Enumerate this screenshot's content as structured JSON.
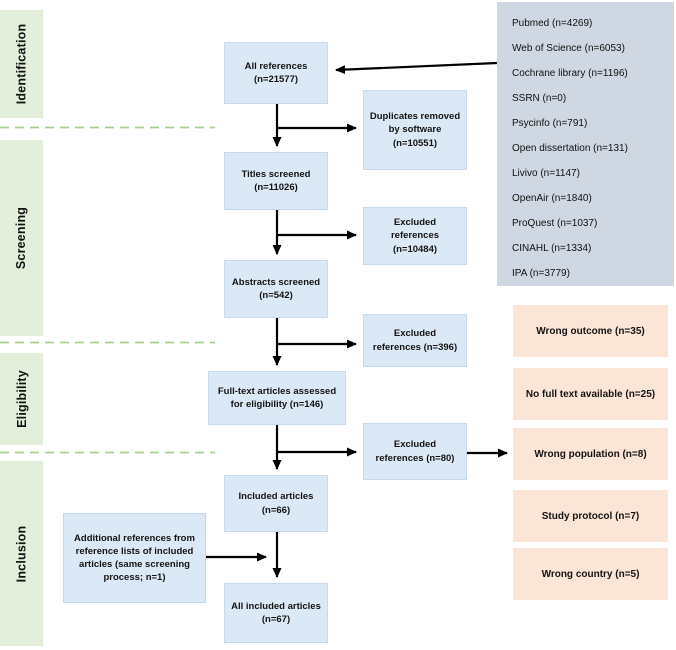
{
  "diagram_type": "prisma-flow-diagram",
  "colors": {
    "stage_fill": "#e3efda",
    "flow_box_fill": "#dbe8f5",
    "flow_box_border": "#c6daee",
    "sources_box_fill": "#cfd7e2",
    "exclusion_box_fill": "#fbe5d6",
    "divider_dash_green": "#a9d18e",
    "arrow_color": "#000000"
  },
  "stages": [
    {
      "label": "Identification"
    },
    {
      "label": "Screening"
    },
    {
      "label": "Eligibility"
    },
    {
      "label": "Inclusion"
    }
  ],
  "flow": {
    "all_references": "All references (n=21577)",
    "duplicates_removed": "Duplicates removed by software (n=10551)",
    "titles_screened": "Titles screened (n=11026)",
    "excluded_titles": "Excluded references (n=10484)",
    "abstracts_screened": "Abstracts screened (n=542)",
    "excluded_abstracts": "Excluded references (n=396)",
    "fulltext_assessed": "Full-text articles assessed for eligibility (n=146)",
    "excluded_fulltext": "Excluded references (n=80)",
    "included_articles": "Included articles (n=66)",
    "additional_references": "Additional references from reference lists of included articles (same screening process; n=1)",
    "all_included": "All included articles (n=67)"
  },
  "sources": {
    "items": [
      "Pubmed (n=4269)",
      "Web of Science (n=6053)",
      "Cochrane library (n=1196)",
      "SSRN (n=0)",
      "Psycinfo (n=791)",
      "Open dissertation (n=131)",
      "Livivo (n=1147)",
      "OpenAir (n=1840)",
      "ProQuest (n=1037)",
      "CINAHL (n=1334)",
      "IPA (n=3779)"
    ]
  },
  "exclusion_reasons": {
    "items": [
      {
        "label": "Wrong outcome (n=35)"
      },
      {
        "label": "No full text available (n=25)"
      },
      {
        "label": "Wrong population (n=8)"
      },
      {
        "label": "Study protocol (n=7)"
      },
      {
        "label": "Wrong country (n=5)"
      }
    ]
  }
}
